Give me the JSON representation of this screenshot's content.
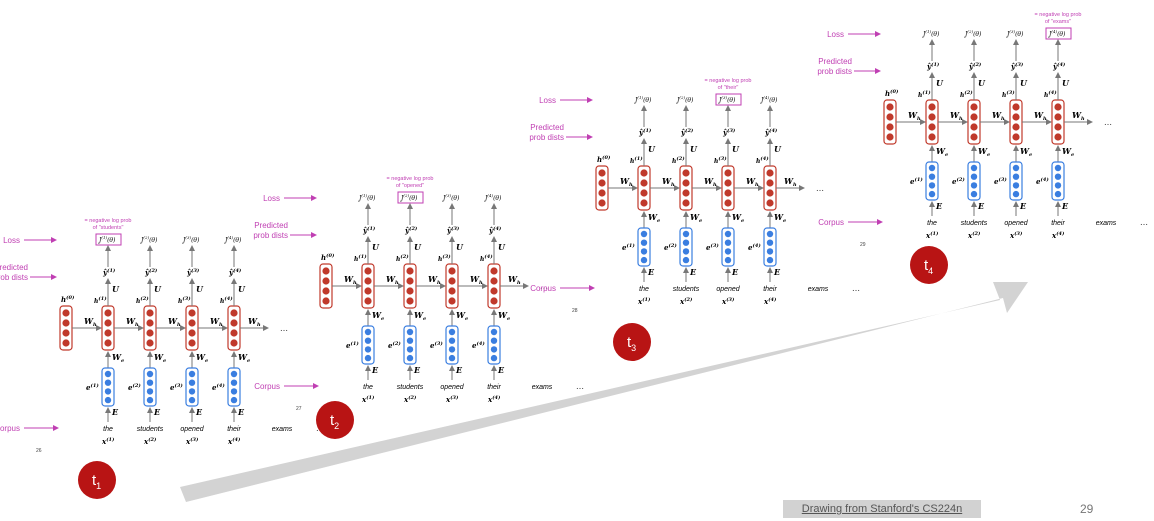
{
  "labels": {
    "loss": "Loss",
    "predicted_line1": "Predicted",
    "predicted_line2": "prob dists",
    "corpus": "Corpus",
    "hidden0": "h",
    "hidden0_sup": "(0)",
    "ellipsis": "…"
  },
  "words": [
    "the",
    "students",
    "opened",
    "their",
    "exams"
  ],
  "panels": [
    {
      "slide": "26",
      "timestep": "t",
      "timestep_sub": "1",
      "highlight": 1,
      "note1": "= negative log prob",
      "note2": "of \"students\""
    },
    {
      "slide": "27",
      "timestep": "t",
      "timestep_sub": "2",
      "highlight": 2,
      "note1": "= negative log prob",
      "note2": "of \"opened\""
    },
    {
      "slide": "28",
      "timestep": "t",
      "timestep_sub": "3",
      "highlight": 3,
      "note1": "= negative log prob",
      "note2": "of \"their\""
    },
    {
      "slide": "29",
      "timestep": "t",
      "timestep_sub": "4",
      "highlight": 4,
      "note1": "= negative log prob",
      "note2": "of \"exams\""
    }
  ],
  "footer": {
    "source": "Drawing from Stanford's CS224n",
    "page": "29"
  },
  "colors": {
    "red": "#c0392b",
    "blue": "#3a7ee0",
    "magenta": "#c03fb3",
    "arrow": "#d0d0d0",
    "badge": "#b81414"
  }
}
